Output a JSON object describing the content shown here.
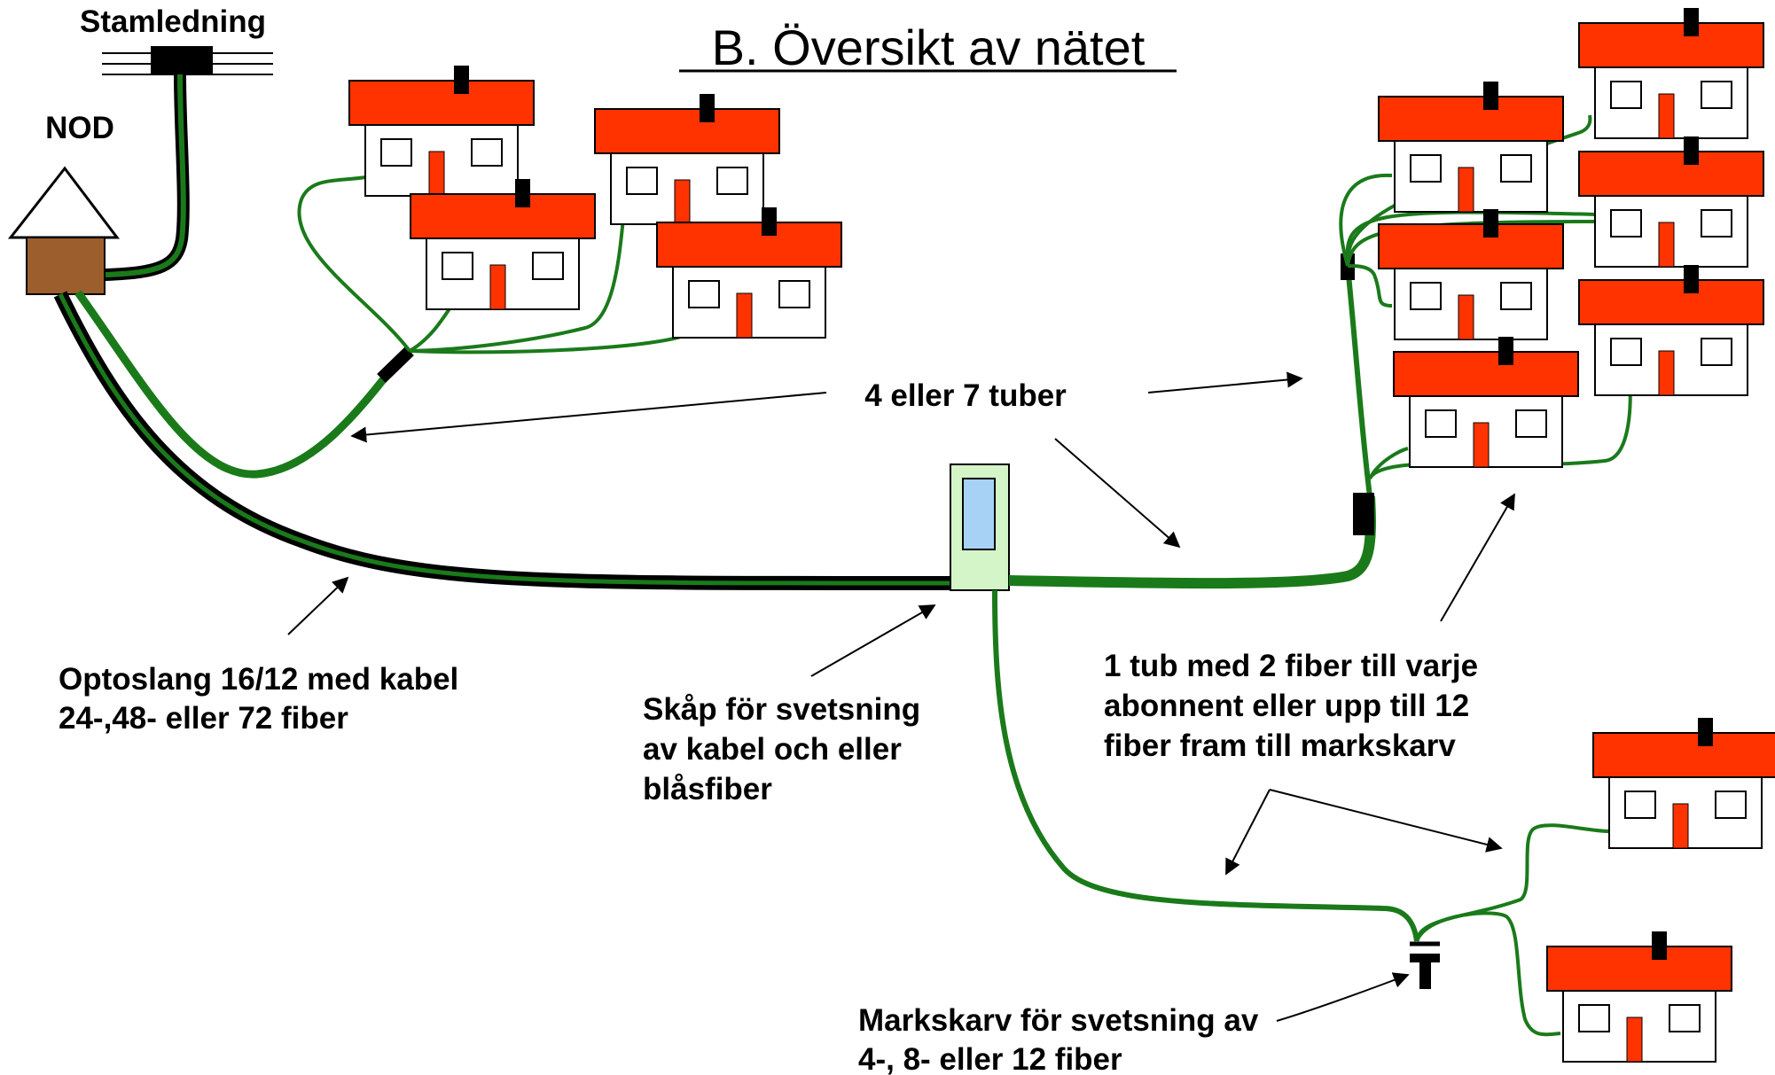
{
  "title": "B. Översikt av nätet",
  "labels": {
    "trunk": "Stamledning",
    "node": "NOD",
    "tubes": "4 eller 7 tuber",
    "conduit_line1": "Optoslang 16/12 med kabel",
    "conduit_line2": "24-,48- eller 72 fiber",
    "cabinet_line1": "Skåp för svetsning",
    "cabinet_line2": "av kabel och eller",
    "cabinet_line3": "blåsfiber",
    "subscriber_line1": "1 tub med 2 fiber till varje",
    "subscriber_line2": "abonnent eller upp till 12",
    "subscriber_line3": "fiber fram till markskarv",
    "splice_line1": "Markskarv för svetsning av",
    "splice_line2": "4-, 8- eller 12 fiber"
  },
  "colors": {
    "roof": "#ff3300",
    "door": "#ff3300",
    "cable_green": "#1a7a1a",
    "node_body": "#9b5e2c",
    "cabinet": "#d4f5c8",
    "cabinet_window": "#a8d2f5"
  }
}
